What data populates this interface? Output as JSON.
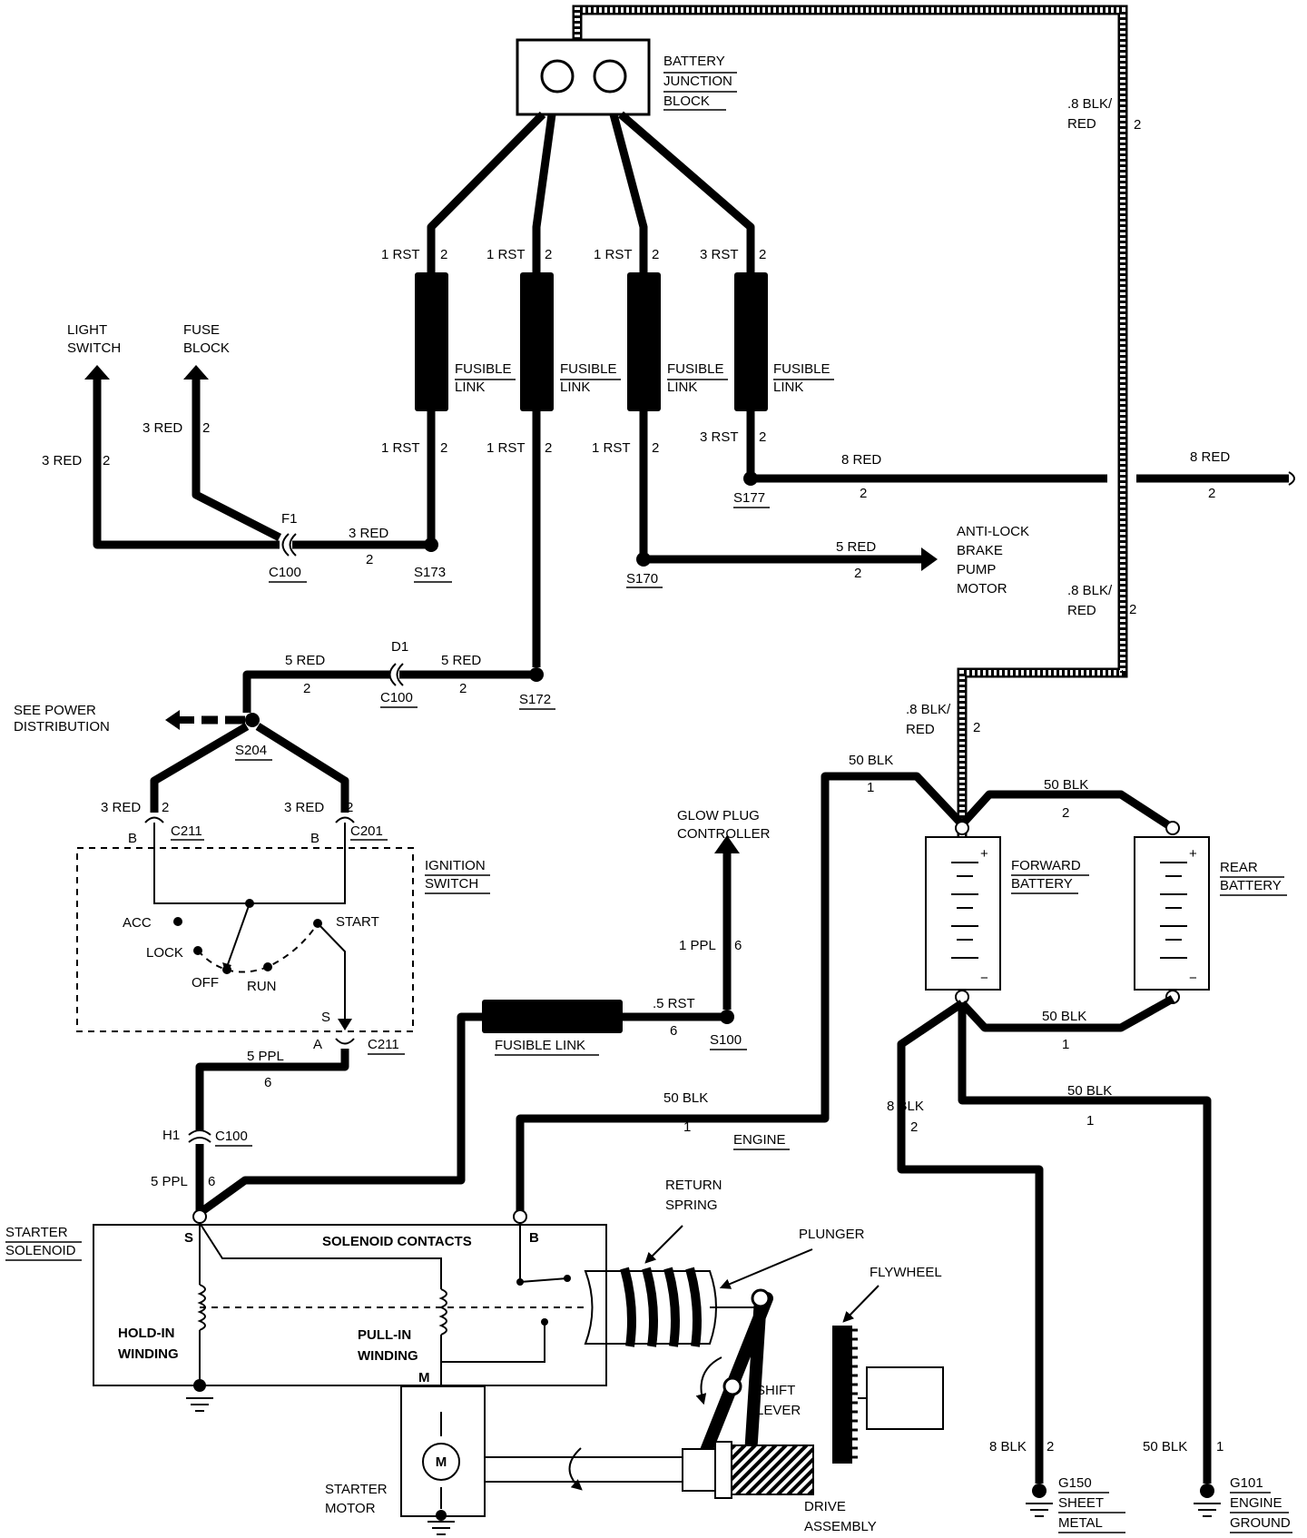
{
  "components": {
    "battery_junction_block": "BATTERY JUNCTION BLOCK",
    "light_switch": "LIGHT SWITCH",
    "fuse_block": "FUSE BLOCK",
    "fusible_link": "FUSIBLE LINK",
    "fusible_link_single": "FUSIBLE LINK",
    "anti_lock_brake_pump_motor": "ANTI-LOCK BRAKE PUMP MOTOR",
    "see_power_distribution": "SEE POWER DISTRIBUTION",
    "ignition_switch": "IGNITION SWITCH",
    "glow_plug_controller": "GLOW PLUG CONTROLLER",
    "forward_battery": "FORWARD BATTERY",
    "rear_battery": "REAR BATTERY",
    "engine": "ENGINE",
    "starter_solenoid": "STARTER SOLENOID",
    "solenoid_contacts": "SOLENOID CONTACTS",
    "hold_in_winding": "HOLD-IN WINDING",
    "pull_in_winding": "PULL-IN WINDING",
    "return_spring": "RETURN SPRING",
    "plunger": "PLUNGER",
    "flywheel": "FLYWHEEL",
    "shift_lever": "SHIFT LEVER",
    "starter_motor": "STARTER MOTOR",
    "drive_assembly": "DRIVE ASSEMBLY",
    "g150": "G150",
    "sheet_metal_ground": "SHEET METAL GROUND",
    "g101": "G101",
    "engine_ground": "ENGINE GROUND",
    "motor_symbol": "M"
  },
  "switch_positions": {
    "acc": "ACC",
    "lock": "LOCK",
    "off": "OFF",
    "run": "RUN",
    "start": "START"
  },
  "splices": {
    "s173": "S173",
    "s172": "S172",
    "s170": "S170",
    "s177": "S177",
    "s204": "S204",
    "s100": "S100"
  },
  "connectors": {
    "f1": "F1",
    "c100": "C100",
    "d1": "D1",
    "h1": "H1",
    "c211": "C211",
    "c201": "C201"
  },
  "terminals": {
    "b": "B",
    "s": "S",
    "a": "A",
    "m": "M",
    "plus": "+",
    "minus": "−"
  },
  "wires": {
    "rst_1": "1 RST",
    "rst_3": "3 RST",
    "rst_05": ".5 RST",
    "red_3": "3 RED",
    "red_5": "5 RED",
    "red_8": "8 RED",
    "blk_red_08": ".8 BLK/ RED",
    "ppl_5": "5 PPL",
    "ppl_1": "1 PPL",
    "blk_50": "50 BLK",
    "blk_8": "8 BLK",
    "n1": "1",
    "n2": "2",
    "n6": "6"
  }
}
